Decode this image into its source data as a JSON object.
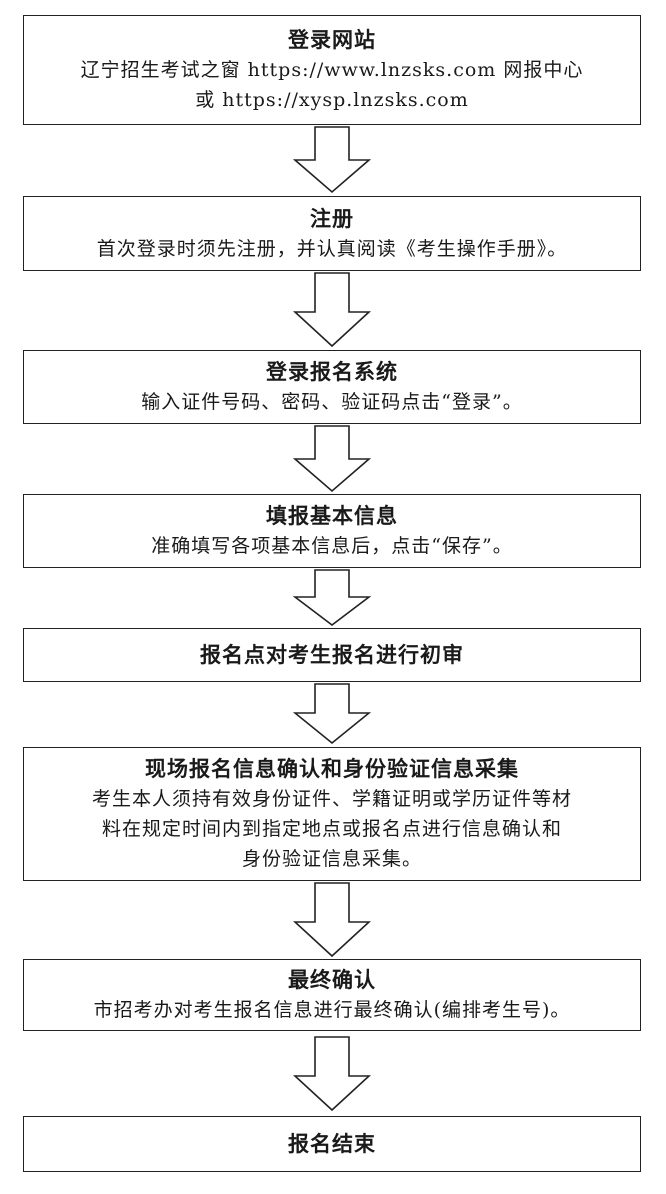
{
  "steps": [
    {
      "title": "登录网站",
      "desc": "辽宁招生考试之窗 https://www.lnzsks.com 网报中心\n或 https://xysp.lnzsks.com"
    },
    {
      "title": "注册",
      "desc": "首次登录时须先注册，并认真阅读《考生操作手册》。"
    },
    {
      "title": "登录报名系统",
      "desc": "输入证件号码、密码、验证码点击“登录”。"
    },
    {
      "title": "填报基本信息",
      "desc": "准确填写各项基本信息后，点击“保存”。"
    },
    {
      "title": "报名点对考生报名进行初审",
      "desc": ""
    },
    {
      "title": "现场报名信息确认和身份验证信息采集",
      "desc": "考生本人须持有效身份证件、学籍证明或学历证件等材\n料在规定时间内到指定地点或报名点进行信息确认和\n身份验证信息采集。"
    },
    {
      "title": "最终确认",
      "desc": "市招考办对考生报名信息进行最终确认(编排考生号)。"
    },
    {
      "title": "报名结束",
      "desc": ""
    }
  ]
}
